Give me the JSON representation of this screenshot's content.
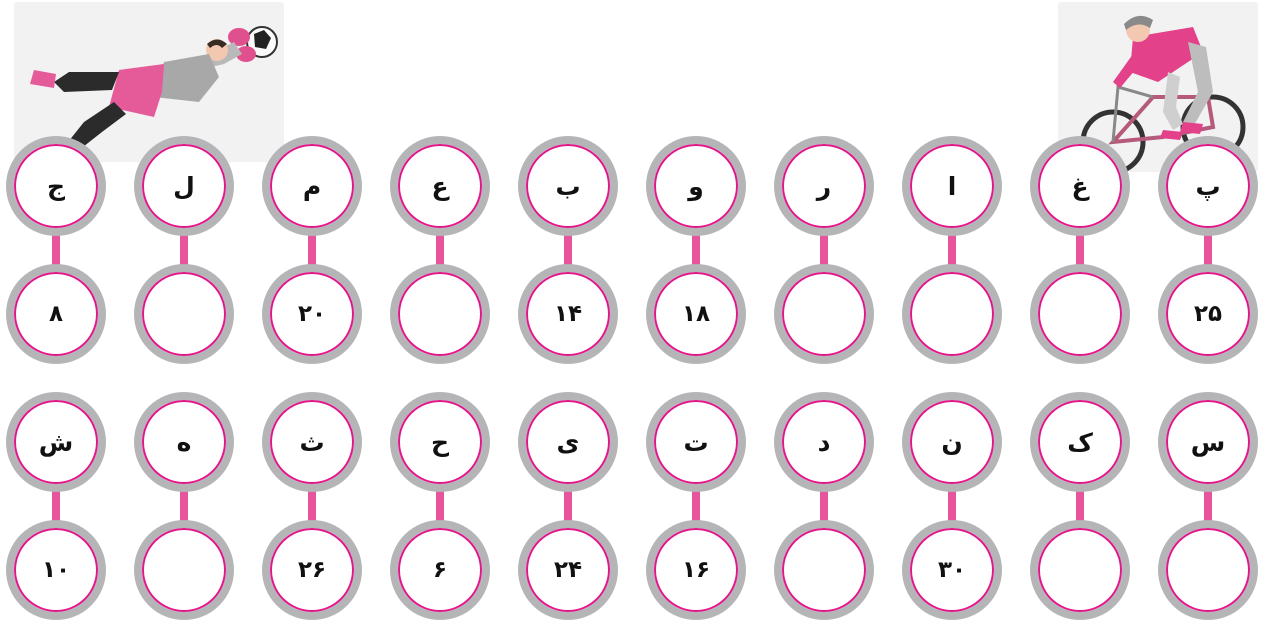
{
  "colors": {
    "ring": "#b5b4b6",
    "accent": "#e4158c",
    "connector": "#e7559d"
  },
  "illustrations": {
    "left": "goalkeeper-illustration",
    "right": "cyclist-illustration"
  },
  "puzzle": {
    "columns": [
      {
        "top_letter": "ج",
        "top_number": "۸",
        "bottom_letter": "ش",
        "bottom_number": "۱۰"
      },
      {
        "top_letter": "ل",
        "top_number": "",
        "bottom_letter": "ه",
        "bottom_number": ""
      },
      {
        "top_letter": "م",
        "top_number": "۲۰",
        "bottom_letter": "ث",
        "bottom_number": "۲۶"
      },
      {
        "top_letter": "ع",
        "top_number": "",
        "bottom_letter": "ح",
        "bottom_number": "۶"
      },
      {
        "top_letter": "ب",
        "top_number": "۱۴",
        "bottom_letter": "ی",
        "bottom_number": "۲۴"
      },
      {
        "top_letter": "و",
        "top_number": "۱۸",
        "bottom_letter": "ت",
        "bottom_number": "۱۶"
      },
      {
        "top_letter": "ر",
        "top_number": "",
        "bottom_letter": "د",
        "bottom_number": ""
      },
      {
        "top_letter": "ا",
        "top_number": "",
        "bottom_letter": "ن",
        "bottom_number": "۳۰"
      },
      {
        "top_letter": "غ",
        "top_number": "",
        "bottom_letter": "ک",
        "bottom_number": ""
      },
      {
        "top_letter": "پ",
        "top_number": "۲۵",
        "bottom_letter": "س",
        "bottom_number": ""
      }
    ]
  }
}
